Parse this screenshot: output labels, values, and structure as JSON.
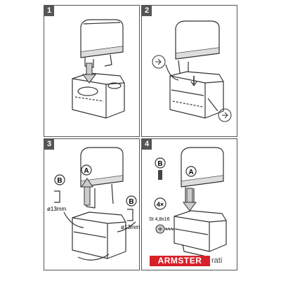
{
  "steps": [
    {
      "number": "1"
    },
    {
      "number": "2"
    },
    {
      "number": "3",
      "labels": {
        "part_a": "A",
        "part_b": "B",
        "diameter_left": "ø13mm",
        "diameter_right": "ø13mm"
      }
    },
    {
      "number": "4",
      "labels": {
        "part_a": "A",
        "part_b": "B",
        "quantity": "4×",
        "screw_spec": "St 4,8x16"
      }
    }
  ],
  "brand": {
    "logo_text": "ARMSTER",
    "suffix": "rati"
  },
  "icons": [
    "arrow-down-icon",
    "arrow-up-icon",
    "pointing-hand-icon",
    "screw-icon",
    "clip-icon"
  ],
  "colors": {
    "frame": "#555555",
    "logo_red": "#d8202a",
    "line": "#333333",
    "shade": "#d0d0d0"
  }
}
